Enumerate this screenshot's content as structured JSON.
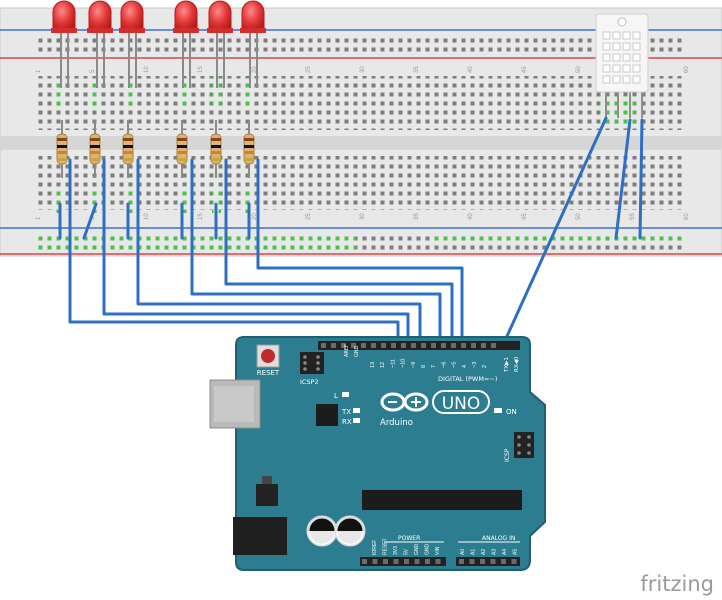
{
  "diagram": {
    "colors": {
      "wire": "#2f6fc2",
      "wire_dark": "#1b4f93",
      "breadboard": "#e4e4e4",
      "rail_red": "#d24a4a",
      "rail_blue": "#3f6fcf",
      "arduino_body": "#2c7d8f",
      "arduino_border": "#1f5f6f",
      "led": "#e43a3a",
      "sensor": "#f4f4f4",
      "green_hole": "#4cc04c"
    },
    "breadboard": {
      "top_rail_labels": [
        "1",
        "5",
        "10",
        "15",
        "20",
        "25",
        "30",
        "35",
        "40",
        "45",
        "50",
        "55",
        "60"
      ]
    },
    "arduino": {
      "reset": "RESET",
      "icsp2": "ICSP2",
      "l": "L",
      "tx": "TX",
      "rx": "RX",
      "logo_infinity": "∞",
      "uno": "UNO",
      "brand": "Arduino",
      "on": "ON",
      "icsp": "ICSP",
      "digital": "DIGITAL (PWM=~)",
      "txrx": "TX▶1",
      "rxrx": "RX◀0",
      "aref": "AREF",
      "gnd": "GND",
      "digital_pins": [
        "13",
        "12",
        "~11",
        "~10",
        "~9",
        "8",
        "7",
        "~6",
        "~5",
        "4",
        "~3",
        "2"
      ],
      "power_label": "POWER",
      "power_pins": [
        "IOREF",
        "RESET",
        "3V3",
        "5V",
        "GND",
        "GND",
        "VIN"
      ],
      "analog_label": "ANALOG IN",
      "analog_pins": [
        "A0",
        "A1",
        "A2",
        "A3",
        "A4",
        "A5"
      ]
    },
    "watermark": "fritzing"
  }
}
